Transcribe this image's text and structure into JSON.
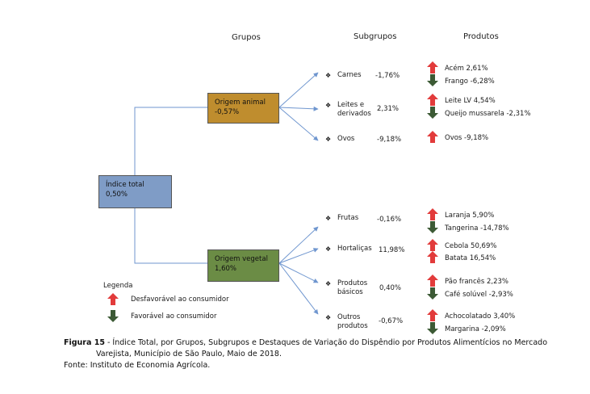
{
  "headers": {
    "grupos": "Grupos",
    "subgrupos": "Subgrupos",
    "produtos": "Produtos"
  },
  "root": {
    "label": "Índice total",
    "value": "0,50%",
    "color": "#7f9cc6"
  },
  "groups": [
    {
      "label": "Origem animal",
      "value": "-0,57%",
      "color": "#bf8d2e"
    },
    {
      "label": "Origem vegetal",
      "value": "1,60%",
      "color": "#6b8c45"
    }
  ],
  "subgroups": [
    {
      "name": [
        "Carnes"
      ],
      "value": "-1,76%"
    },
    {
      "name": [
        "Leites e",
        "derivados"
      ],
      "value": "2,31%"
    },
    {
      "name": [
        "Ovos"
      ],
      "value": "-9,18%"
    },
    {
      "name": [
        "Frutas"
      ],
      "value": "-0,16%"
    },
    {
      "name": [
        "Hortaliças"
      ],
      "value": "11,98%"
    },
    {
      "name": [
        "Produtos",
        "básicos"
      ],
      "value": "0,40%"
    },
    {
      "name": [
        "Outros",
        "produtos"
      ],
      "value": "-0,67%"
    }
  ],
  "products": [
    {
      "text": "Acém 2,61%",
      "dir": "up"
    },
    {
      "text": "Frango -6,28%",
      "dir": "down"
    },
    {
      "text": "Leite LV 4,54%",
      "dir": "up"
    },
    {
      "text": "Queijo mussarela -2,31%",
      "dir": "down"
    },
    {
      "text": "Ovos -9,18%",
      "dir": "up"
    },
    {
      "text": "Laranja 5,90%",
      "dir": "up"
    },
    {
      "text": "Tangerina -14,78%",
      "dir": "down"
    },
    {
      "text": "Cebola 50,69%",
      "dir": "up"
    },
    {
      "text": "Batata 16,54%",
      "dir": "up"
    },
    {
      "text": "Pão francês 2,23%",
      "dir": "up"
    },
    {
      "text": "Café solúvel -2,93%",
      "dir": "down"
    },
    {
      "text": "Achocolatado 3,40%",
      "dir": "up"
    },
    {
      "text": "Margarina -2,09%",
      "dir": "down"
    }
  ],
  "legend": {
    "title": "Legenda",
    "unfavorable": "Desfavorável ao consumidor",
    "favorable": "Favorável ao consumidor",
    "up_color": "#e23b3b",
    "down_color": "#3c5a35"
  },
  "caption": {
    "figure_label": "Figura 15",
    "text_line1": " - Índice Total, por Grupos, Subgrupos e Destaques de Variação do Dispêndio por Produtos Alimentícios no Mercado",
    "text_line2": "Varejista, Município de São Paulo, Maio de 2018.",
    "source": "Fonte: Instituto de Economia Agrícola."
  },
  "marker_glyph": "❖"
}
